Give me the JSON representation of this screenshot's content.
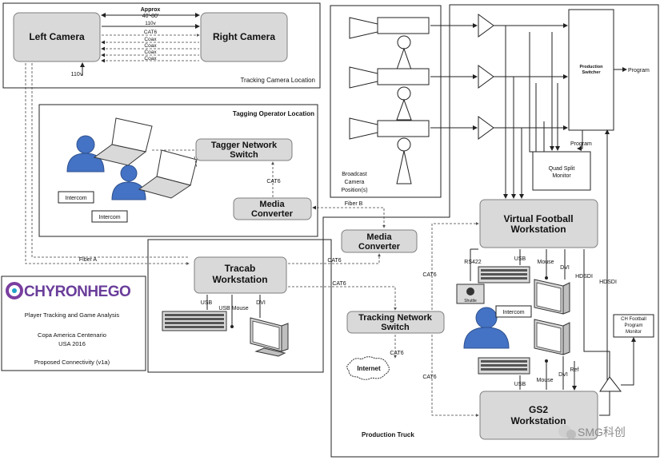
{
  "regions": {
    "tracking_camera": "Tracking Camera Location",
    "tagging_operator": "Tagging Operator Location",
    "broadcast_camera": [
      "Broadcast",
      "Camera",
      "Position(s)"
    ],
    "production_truck": "Production Truck"
  },
  "cameras": {
    "left": "Left Camera",
    "right": "Right Camera",
    "distance": [
      "Approx",
      "40'-80'"
    ],
    "links": [
      "110v",
      "CAT6",
      "Coax",
      "Coax",
      "Coax",
      "Coax"
    ],
    "power": "110v"
  },
  "tagger_switch": [
    "Tagger Network",
    "Switch"
  ],
  "media_converter_tag": [
    "Media",
    "Converter"
  ],
  "media_converter_truck": [
    "Media",
    "Converter"
  ],
  "tracab": [
    "Tracab",
    "Workstation"
  ],
  "tracking_switch": [
    "Tracking Network",
    "Switch"
  ],
  "internet": "Internet",
  "intercom_1": "Intercom",
  "intercom_2": "Intercom",
  "intercom_3": "Intercom",
  "vfw": [
    "Virtual Football",
    "Workstation"
  ],
  "gs2": [
    "GS2",
    "Workstation"
  ],
  "production_switcher": [
    "Production",
    "Switcher"
  ],
  "quad_split": [
    "Quad Split",
    "Monitor"
  ],
  "ch_monitor": [
    "CH Football",
    "Program",
    "Monitor"
  ],
  "program_out": "Program",
  "program_label": "Program",
  "shuttle": "Shuttle",
  "conn": {
    "cat6_tagger": "CAT6",
    "fiber_b": "Fiber B",
    "fiber_a": "Fiber A",
    "cat6_tracab_mc": "CAT6",
    "cat6_tracab_switch": "CAT6",
    "cat6_switch_internet": "CAT6",
    "cat6_left_vertical": "CAT6",
    "cat6_lower": "CAT6",
    "usb_tracab": "USB",
    "usb_mouse_tracab": "USB Mouse",
    "dvi_tracab": "DVI",
    "rs422": "RS422",
    "usb_vfw": "USB",
    "mouse_vfw": "Mouse",
    "dvi_vfw": "DVI",
    "hdsdi_1": "HDSDI",
    "hdsdi_2": "HDSDI",
    "mouse_gs2": "Mouse",
    "dvi_gs2": "DVI",
    "ref_gs2": "Ref",
    "usb_gs2": "USB"
  },
  "brand": {
    "logo_text": "CHYRONHEGO",
    "lines": [
      "Player Tracking and Game Analysis",
      "Copa America Centenario",
      "USA 2016",
      "Proposed Connectivity (v1a)"
    ]
  },
  "watermark": "SMG科创"
}
